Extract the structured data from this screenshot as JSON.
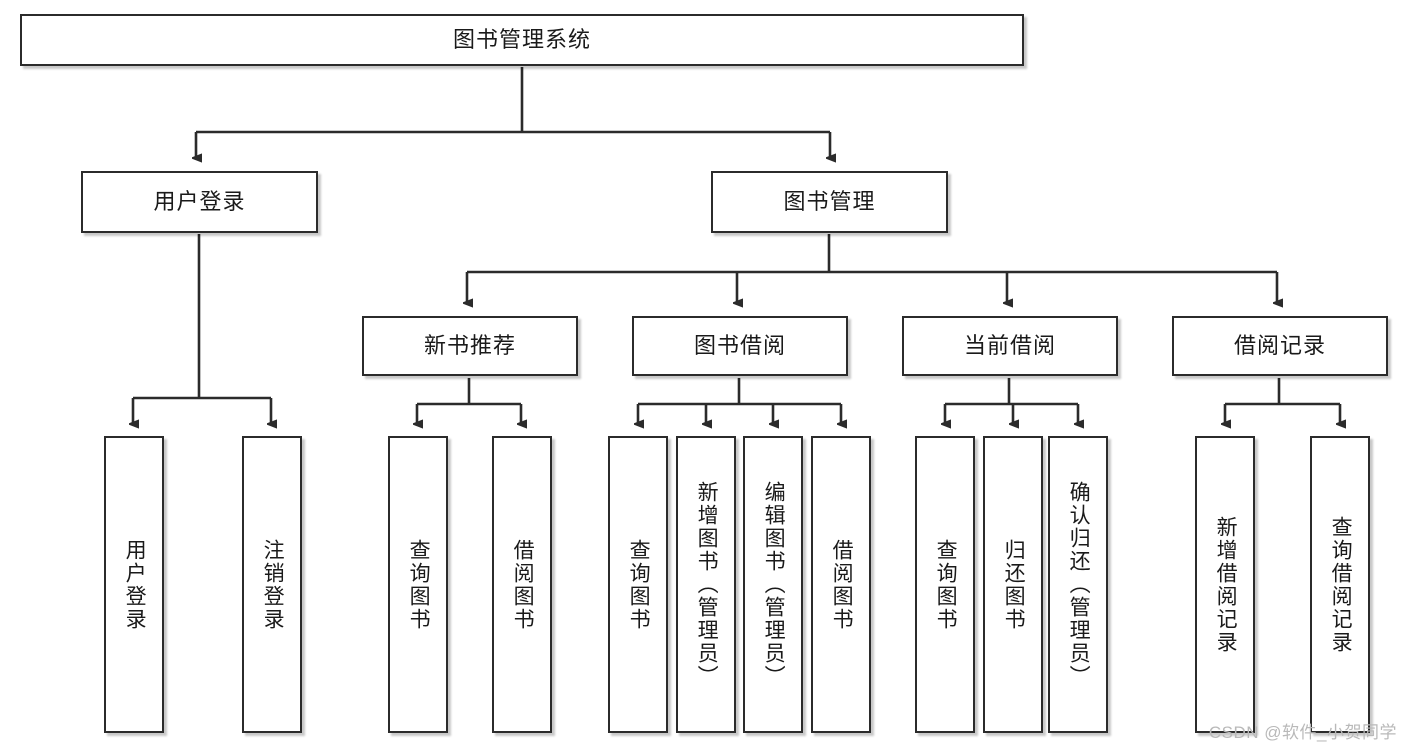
{
  "diagram": {
    "title": "图书管理系统",
    "type": "tree-hierarchy",
    "watermark": "CSDN @软件_小贺同学",
    "colors": {
      "box_border": "#2b2b2b",
      "box_fill": "#ffffff",
      "edge": "#2b2b2b",
      "text": "#1a1a1a",
      "watermark": "#b9b9b9"
    }
  },
  "nodes": {
    "root": {
      "label": "图书管理系统"
    },
    "level2": [
      {
        "label": "用户登录"
      },
      {
        "label": "图书管理"
      }
    ],
    "level3": [
      {
        "label": "新书推荐"
      },
      {
        "label": "图书借阅"
      },
      {
        "label": "当前借阅"
      },
      {
        "label": "借阅记录"
      }
    ],
    "leaves": {
      "user_login": [
        {
          "label": "用户登录"
        },
        {
          "label": "注销登录"
        }
      ],
      "new_book_recommend": [
        {
          "label": "查询图书"
        },
        {
          "label": "借阅图书"
        }
      ],
      "book_borrow": [
        {
          "label": "查询图书"
        },
        {
          "label": "新增图书（管理员）"
        },
        {
          "label": "编辑图书（管理员）"
        },
        {
          "label": "借阅图书"
        }
      ],
      "current_borrow": [
        {
          "label": "查询图书"
        },
        {
          "label": "归还图书"
        },
        {
          "label": "确认归还（管理员）"
        }
      ],
      "borrow_record": [
        {
          "label": "新增借阅记录"
        },
        {
          "label": "查询借阅记录"
        }
      ]
    }
  }
}
